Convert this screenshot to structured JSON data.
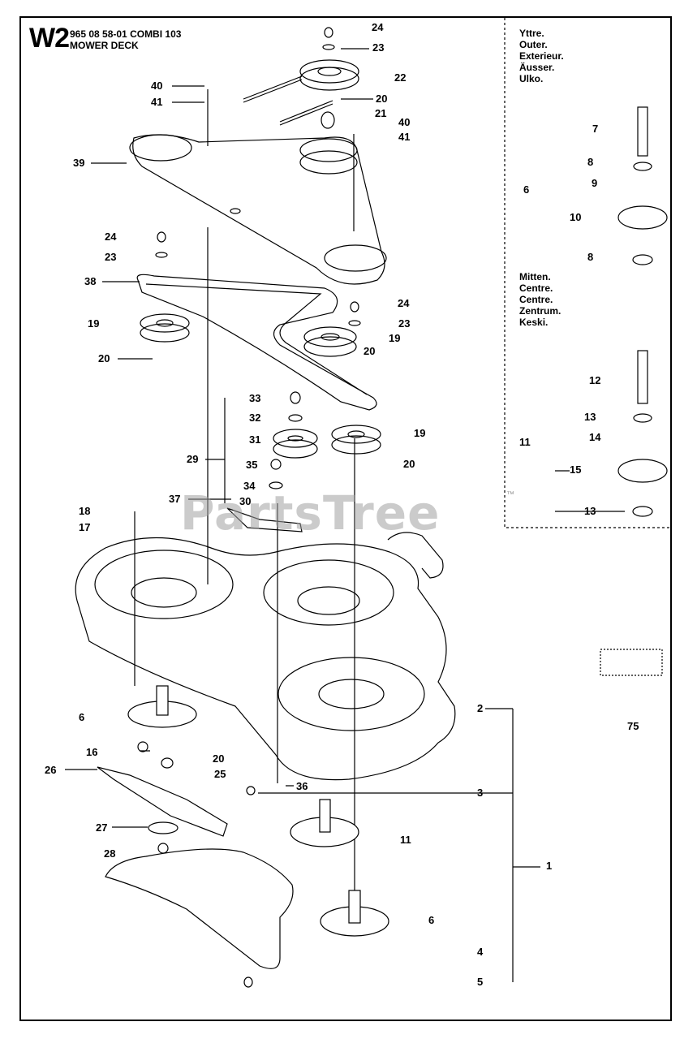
{
  "header": {
    "code": "W2",
    "part_number": "965 08 58-01 COMBI 103",
    "title": "MOWER DECK"
  },
  "outer_labels": [
    "Yttre.",
    "Outer.",
    "Exterieur.",
    "Äusser.",
    "Ulko."
  ],
  "center_labels": [
    "Mitten.",
    "Centre.",
    "Centre.",
    "Zentrum.",
    "Keski."
  ],
  "watermark": "PartsTree",
  "watermark_tm": "™",
  "callouts": {
    "c24a": "24",
    "c23a": "23",
    "c22": "22",
    "c20a": "20",
    "c21": "21",
    "c40a": "40",
    "c41a": "41",
    "c40b": "40",
    "c41b": "41",
    "c39": "39",
    "c24b": "24",
    "c23b": "23",
    "c38": "38",
    "c19a": "19",
    "c20b": "20",
    "c24c": "24",
    "c23c": "23",
    "c19b": "19",
    "c20c": "20",
    "c33": "33",
    "c32": "32",
    "c31": "31",
    "c19c": "19",
    "c35": "35",
    "c20d": "20",
    "c34": "34",
    "c29": "29",
    "c37": "37",
    "c30": "30",
    "c18": "18",
    "c17": "17",
    "c6a": "6",
    "c16": "16",
    "c20e": "20",
    "c25": "25",
    "c26": "26",
    "c36": "36",
    "c27": "27",
    "c28": "28",
    "c11a": "11",
    "c6b": "6",
    "c2": "2",
    "c3": "3",
    "c1": "1",
    "c4": "4",
    "c5": "5",
    "c75": "75",
    "c7": "7",
    "c8a": "8",
    "c9": "9",
    "c6c": "6",
    "c10": "10",
    "c8b": "8",
    "c12": "12",
    "c13a": "13",
    "c14": "14",
    "c11b": "11",
    "c15": "15",
    "c13b": "13"
  }
}
